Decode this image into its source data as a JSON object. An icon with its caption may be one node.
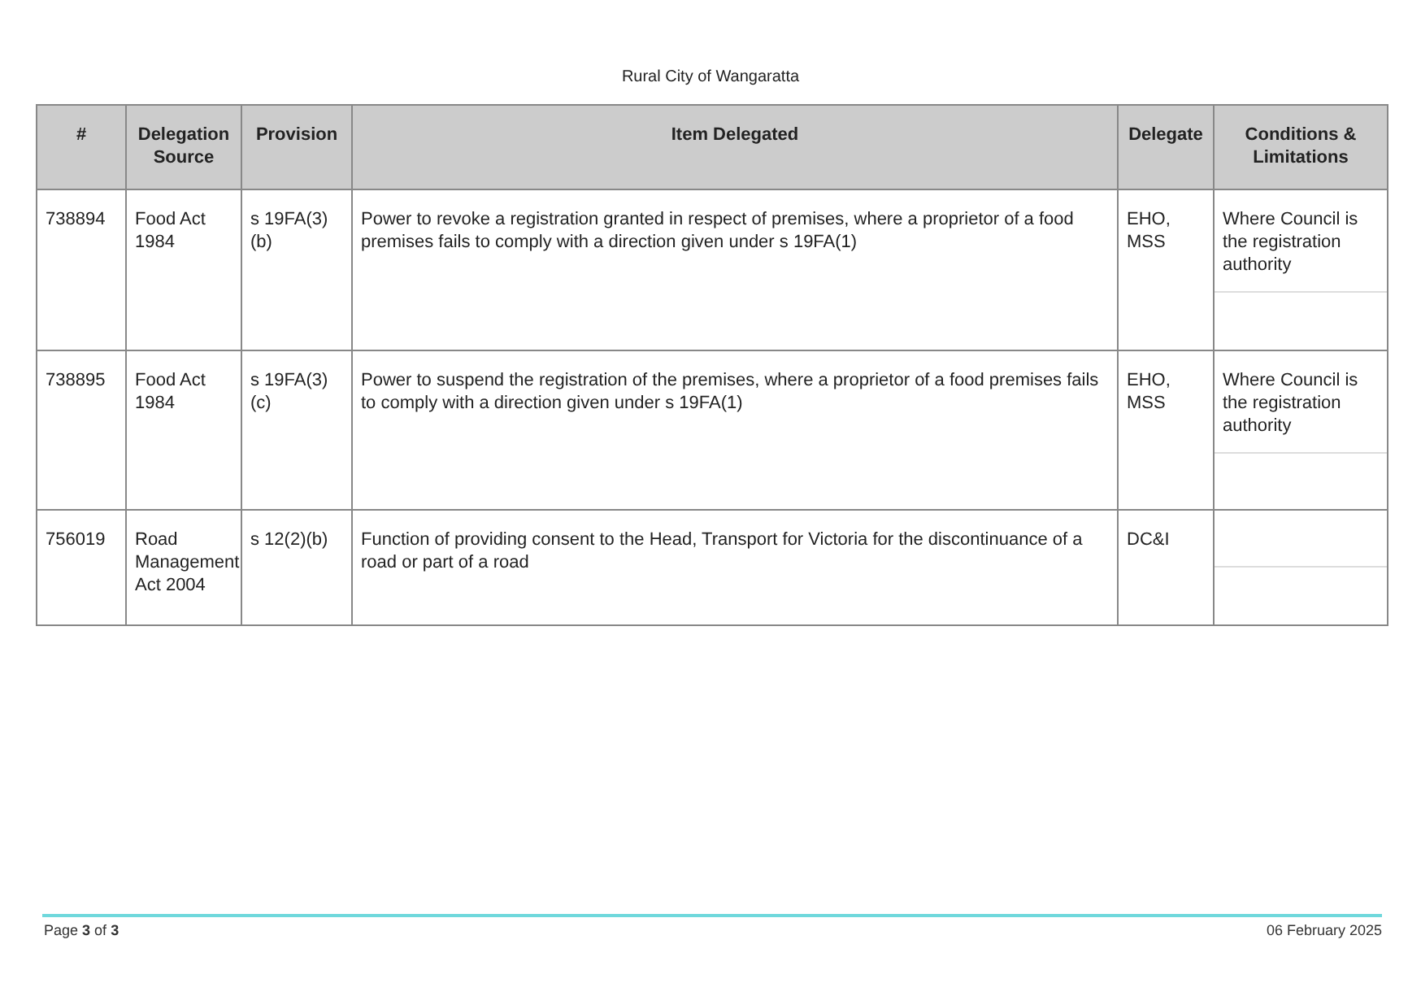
{
  "diagram": {
    "labels": [
      "Rural City of Wangaratta",
      "#",
      "Delegation Source",
      "Provision",
      "Item Delegated",
      "Delegate",
      "Conditions & Limitations",
      "738894",
      "Food Act 1984",
      "s 19FA(3)(b)",
      "Power to revoke a registration granted in respect of premises, where a proprietor of a food premises fails to comply with a direction given under s 19FA(1)",
      "EHO, MSS",
      "Where Council is the registration authority",
      "738895",
      "Food Act 1984",
      "s 19FA(3)(c)",
      "Power to suspend the registration of the premises, where a proprietor of a food premises fails to comply with a direction given under s 19FA(1)",
      "EHO, MSS",
      "Where Council is the registration authority",
      "756019",
      "Road Management Act 2004",
      "s 12(2)(b)",
      "Function of providing consent to the Head, Transport for Victoria for the discontinuance of a road or part of a road",
      "DC&I",
      "Page **3** of **3**",
      "06 February 2025"
    ]
  }
}
